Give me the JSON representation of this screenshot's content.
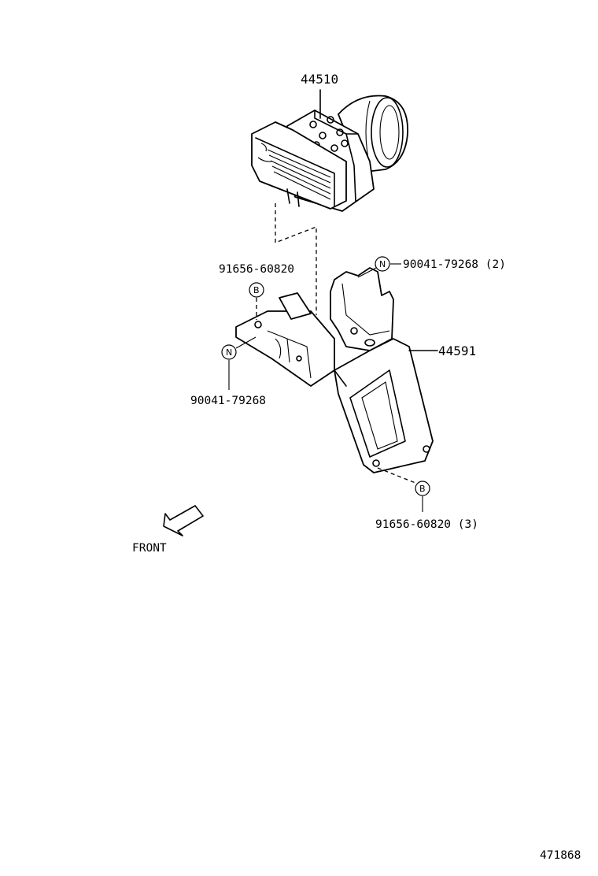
{
  "parts": {
    "actuator": "44510",
    "bracket": "44591",
    "bolt_top": "91656-60820",
    "bolt_bottom": "91656-60820 (3)",
    "nut_left": "90041-79268",
    "nut_top_right": "90041-79268 (2)"
  },
  "markers": {
    "bolt_symbol": "B",
    "nut_symbol": "N"
  },
  "direction_label": "FRONT",
  "diagram_id": "471868"
}
